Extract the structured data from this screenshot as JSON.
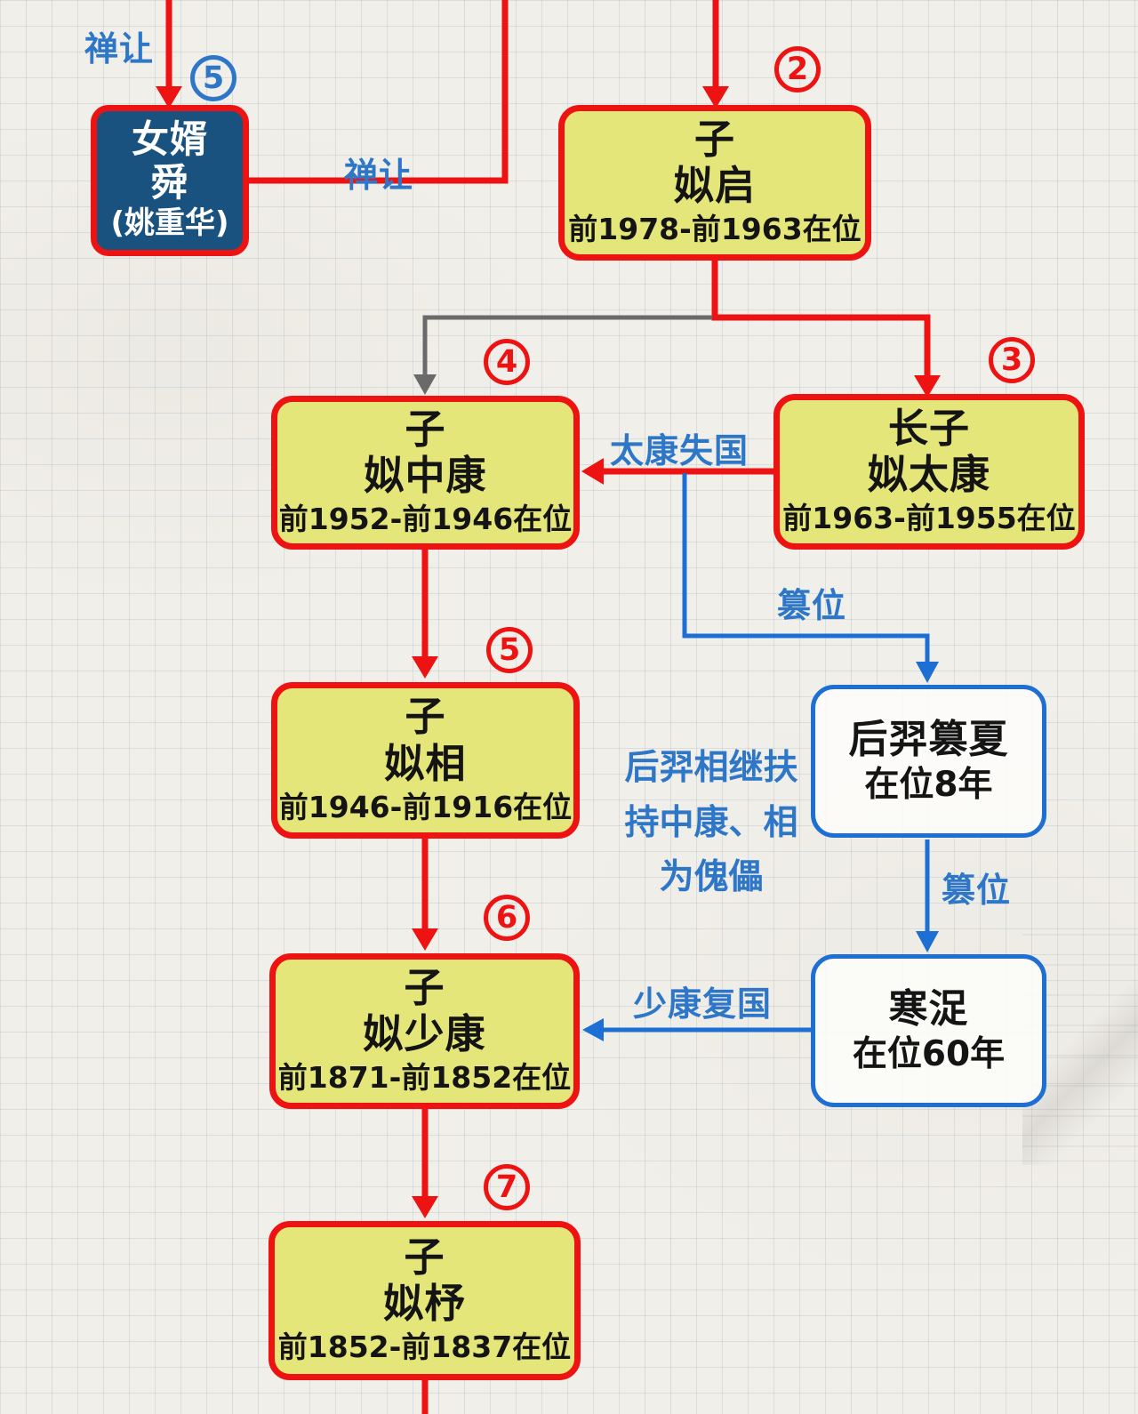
{
  "colors": {
    "red": "#ee1313",
    "yellow_fill": "#e5e679",
    "dark_blue_fill": "#1a527f",
    "blue_line": "#1e6fd4",
    "blue_text": "#2e77c8",
    "gray_line": "#6a6a6a"
  },
  "badges": {
    "shun": "5",
    "qi": "2",
    "taikang": "3",
    "zhongkang": "4",
    "xiang": "5",
    "shaokang": "6",
    "zhu": "7"
  },
  "nodes": {
    "shun": {
      "relation": "女婿",
      "name": "舜",
      "alias": "(姚重华)"
    },
    "qi": {
      "relation": "子",
      "name": "姒启",
      "reign": "前1978-前1963在位"
    },
    "taikang": {
      "relation": "长子",
      "name": "姒太康",
      "reign": "前1963-前1955在位"
    },
    "zhongkang": {
      "relation": "子",
      "name": "姒中康",
      "reign": "前1952-前1946在位"
    },
    "xiang": {
      "relation": "子",
      "name": "姒相",
      "reign": "前1946-前1916在位"
    },
    "houyi": {
      "name": "后羿篡夏",
      "reign": "在位8年"
    },
    "shaokang": {
      "relation": "子",
      "name": "姒少康",
      "reign": "前1871-前1852在位"
    },
    "hanzhuo": {
      "name": "寒浞",
      "reign": "在位60年"
    },
    "zhu": {
      "relation": "子",
      "name": "姒杼",
      "reign": "前1852-前1837在位"
    }
  },
  "labels": {
    "abdicate_left": "禅让",
    "abdicate_mid": "禅让",
    "taikang_loses": "太康失国",
    "usurp_1": "篡位",
    "usurp_2": "篡位",
    "shaokang_restores": "少康复国",
    "annotation_line1": "后羿相继扶",
    "annotation_line2": "持中康、相",
    "annotation_line3": "为傀儡"
  }
}
